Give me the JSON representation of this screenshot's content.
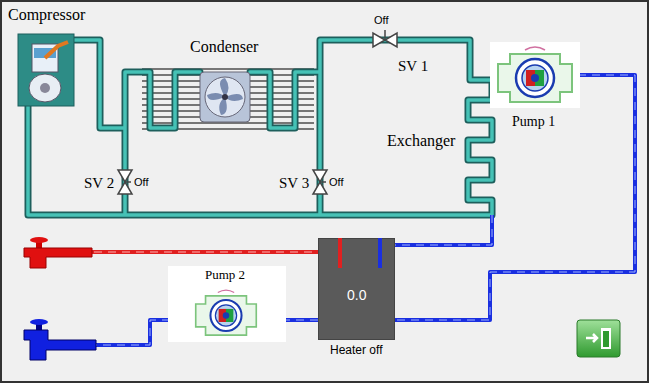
{
  "diagram": {
    "nodes": [
      {
        "text": [
          "0.0",
          "Heater off"
        ]
      }
    ],
    "labels": [
      "Compressor",
      "Condenser",
      "Off",
      "SV 1",
      "Exchanger",
      "Pump 1",
      "SV 2",
      "Off",
      "SV 3",
      "Off",
      "Pump 2"
    ]
  }
}
